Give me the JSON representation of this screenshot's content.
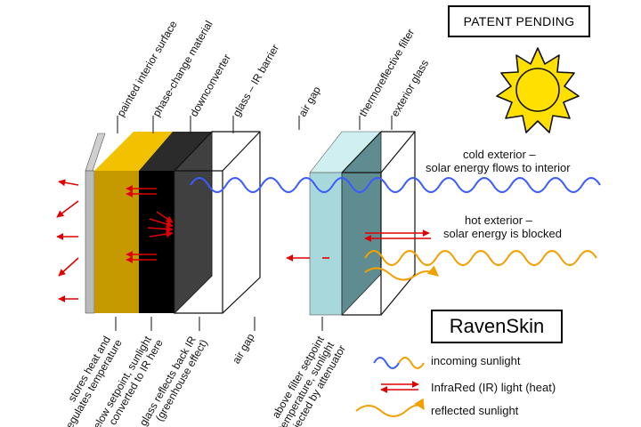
{
  "badge": {
    "patent": "PATENT PENDING"
  },
  "brand": {
    "name": "RavenSkin"
  },
  "top_labels": {
    "painted_interior": "painted interior surface",
    "phase_change": "phase-change material",
    "downconverter": "downconverter",
    "glass_ir": "glass – IR barrier",
    "air_gap": "air gap",
    "thermoreflective": "thermoreflective filter",
    "exterior_glass": "exterior glass"
  },
  "bottom_labels": {
    "stores_heat": "stores heat and regulates temperature",
    "below_setpoint": "below setpoint, sunlight converted to IR here",
    "glass_reflects": "glass reflects back IR (greenhouse effect)",
    "air_gap": "air gap",
    "above_setpoint": "above filter setpoint temperature, sunlight rejected by attenuator"
  },
  "notes": {
    "cold_line1": "cold exterior –",
    "cold_line2": "solar energy flows to interior",
    "hot_line1": "hot exterior –",
    "hot_line2": "solar energy is blocked"
  },
  "legend": {
    "incoming": "incoming sunlight",
    "infrared": "InfraRed (IR) light (heat)",
    "reflected": "reflected sunlight"
  },
  "colors": {
    "gray_surface": "#b9b9b9",
    "phase_change": "#c49a00",
    "phase_change_top": "#f2c200",
    "downconverter_front": "#000000",
    "glass_dark": "#404040",
    "filter": "#a9d8dc",
    "filter_dark": "#5f8c90",
    "sun": "#ffe000",
    "wave_blue": "#3a5cff",
    "wave_orange": "#f2a000",
    "arrow_red": "#e00000"
  }
}
